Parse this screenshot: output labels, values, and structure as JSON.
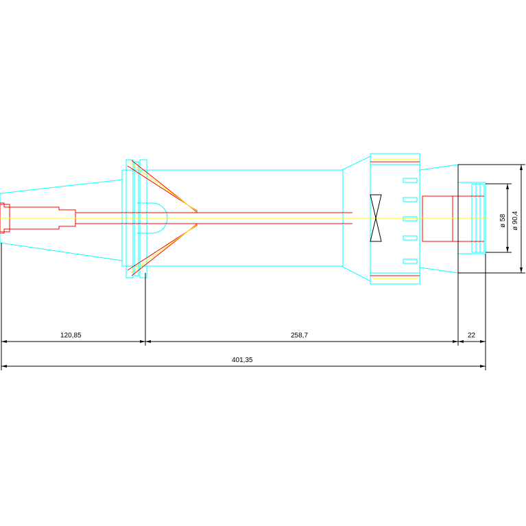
{
  "dimensions": {
    "seg_1": "120,85",
    "seg_2": "258,7",
    "seg_3": "22",
    "overall": "401,35",
    "dia_inner": "ø 58",
    "dia_outer": "ø 90,4"
  },
  "colors": {
    "outline": "#00ffff",
    "internal": "#ff0000",
    "axis": "#ffff00",
    "dimension": "#000000"
  }
}
